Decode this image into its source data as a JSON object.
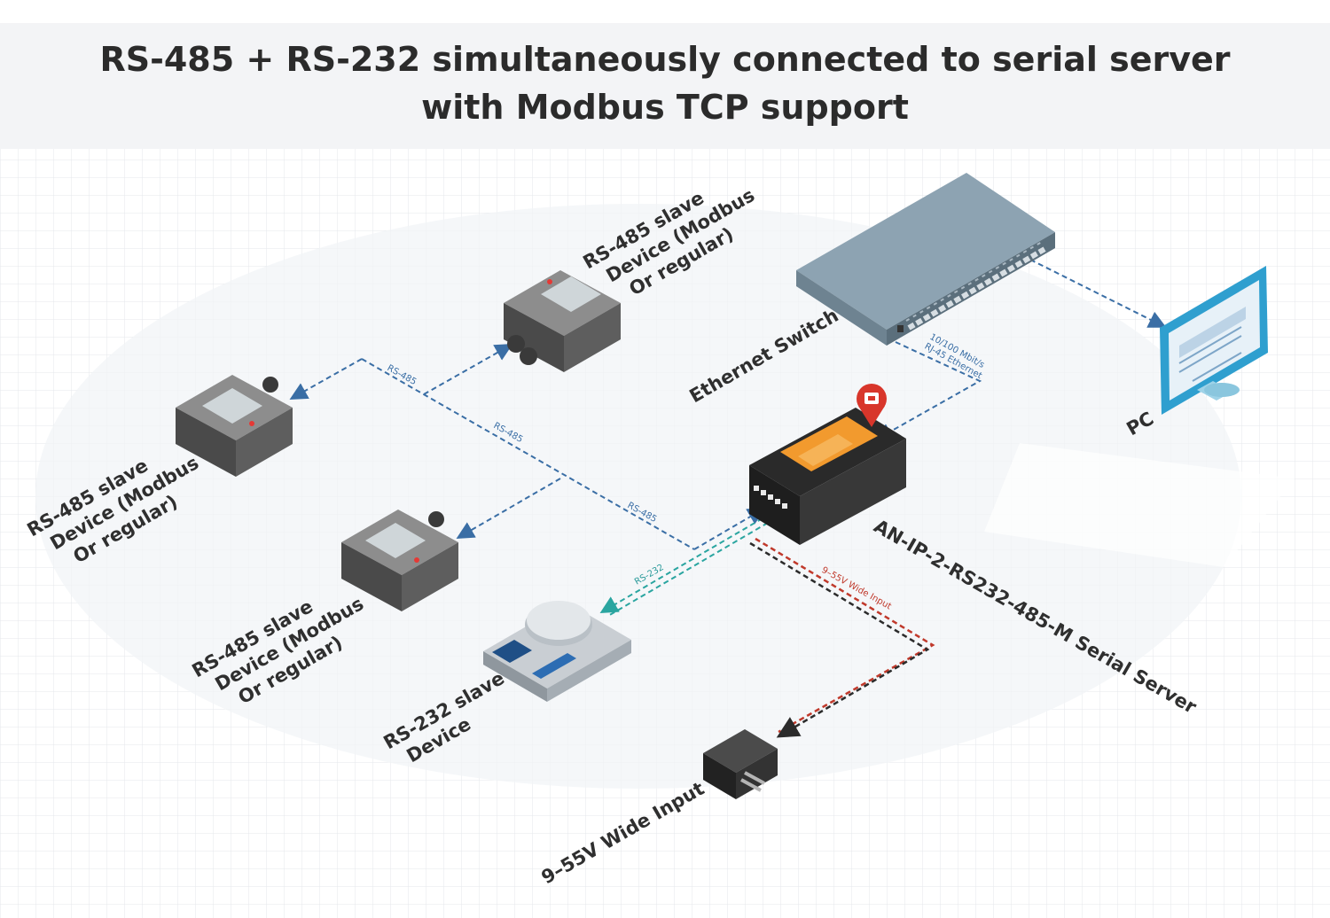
{
  "title": "RS-485 + RS-232 simultaneously connected to serial server with Modbus TCP support",
  "nodes": {
    "slave_top": "RS-485 slave\nDevice (Modbus\nOr regular)",
    "slave_left": "RS-485 slave\nDevice (Modbus\nOr regular)",
    "slave_mid": "RS-485 slave\nDevice (Modbus\nOr regular)",
    "rs232_device": "RS-232 slave\nDevice",
    "switch": "Ethernet Switch",
    "pc": "PC",
    "server": "AN-IP-2-RS232-485-M Serial Server",
    "power": "9–55V Wide Input"
  },
  "links": {
    "rs485_a": "RS-485",
    "rs485_b": "RS-485",
    "rs485_c": "RS-485",
    "rs232": "RS-232",
    "power": "9–55V Wide Input",
    "ethernet": "10/100 Mbit/s\nRJ-45 Ethernet"
  },
  "colors": {
    "rs485": "#3a6ea5",
    "rs232": "#2aa5a0",
    "power_red": "#c0392b",
    "power_black": "#2b2b2b",
    "ethernet": "#3a6ea5"
  },
  "icons": [
    "sensor-box-icon",
    "ethernet-switch-icon",
    "pc-monitor-icon",
    "serial-server-icon",
    "scale-icon",
    "power-adapter-icon",
    "ethernet-port-badge-icon"
  ]
}
